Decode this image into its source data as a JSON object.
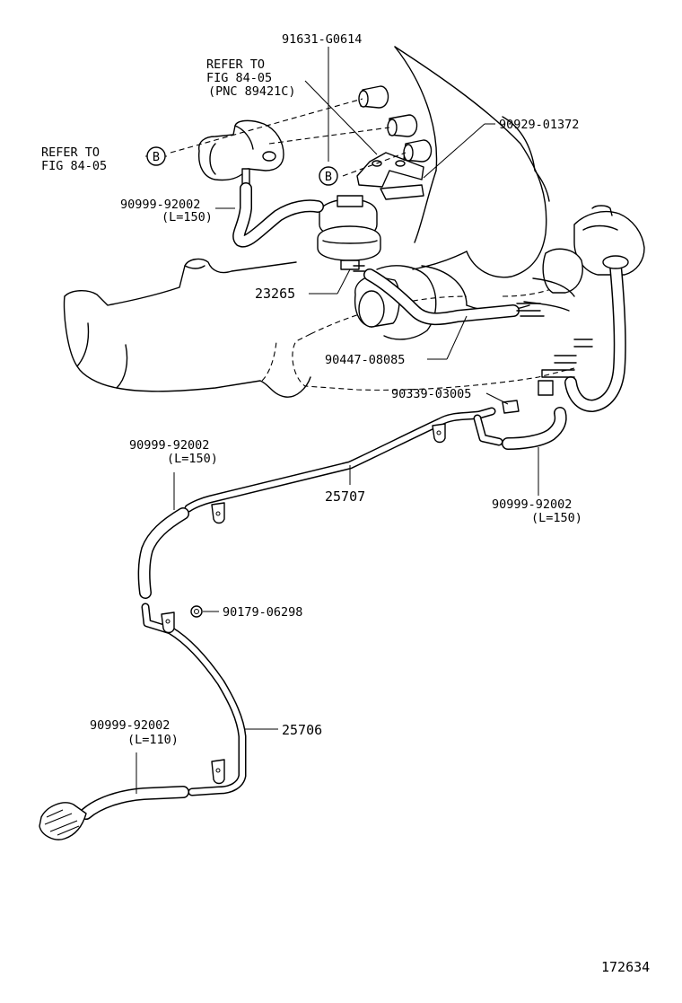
{
  "labels": {
    "p_91631": "91631-G0614",
    "refer_a_1": "REFER TO",
    "refer_a_2": "FIG 84-05",
    "refer_a_3": "(PNC 89421C)",
    "refer_b_1": "REFER TO",
    "refer_b_2": "FIG 84-05",
    "p_90929": "90929-01372",
    "p_hose1": "90999-92002",
    "p_hose1_len": "(L=150)",
    "p_23265": "23265",
    "p_90447": "90447-08085",
    "p_90339": "90339-03005",
    "p_hose2": "90999-92002",
    "p_hose2_len": "(L=150)",
    "p_25707": "25707",
    "p_hose3": "90999-92002",
    "p_hose3_len": "(L=150)",
    "p_90179": "90179-06298",
    "p_25706": "25706",
    "p_hose4": "90999-92002",
    "p_hose4_len": "(L=110)",
    "ref_marker_1": "B",
    "ref_marker_2": "B",
    "figure_number": "172634"
  }
}
